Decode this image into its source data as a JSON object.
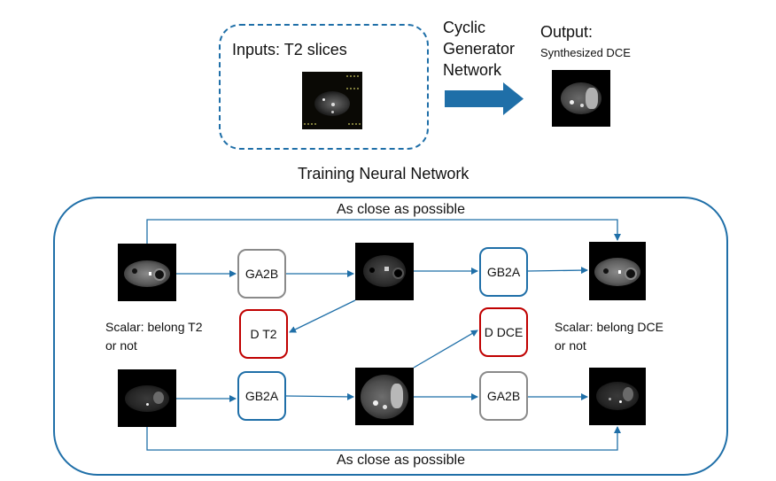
{
  "inference": {
    "input_label": "Inputs: T2 slices",
    "generator_label_lines": [
      "Cyclic",
      "Generator",
      "Network"
    ],
    "output_title": "Output:",
    "output_subtitle": "Synthesized DCE"
  },
  "training": {
    "title": "Training Neural Network",
    "consistency_top": "As close as possible",
    "consistency_bottom": "As close as possible",
    "scalar_left_lines": [
      "Scalar: belong T2",
      "or not"
    ],
    "scalar_right_lines": [
      "Scalar: belong DCE",
      "or not"
    ],
    "nodes": {
      "top_generator_1": "GA2B",
      "top_generator_2": "GB2A",
      "discriminator_t2": "D T2",
      "discriminator_dce": "D DCE",
      "bottom_generator_1": "GB2A",
      "bottom_generator_2": "GA2B"
    }
  },
  "images": {
    "input_t2": "T2 MRI slice",
    "output_dce": "Synthesized DCE MRI slice",
    "top_input": "MRI slice (T2 domain)",
    "top_generated": "Generated MRI slice",
    "top_reconstructed": "Reconstructed MRI slice",
    "bottom_input": "MRI slice (DCE domain)",
    "bottom_generated": "Generated DCE MRI slice",
    "bottom_reconstructed": "Reconstructed MRI slice"
  },
  "colors": {
    "flow_blue": "#1f6fa8",
    "generator_gray": "#8a8a8a",
    "discriminator_red": "#c00000"
  }
}
